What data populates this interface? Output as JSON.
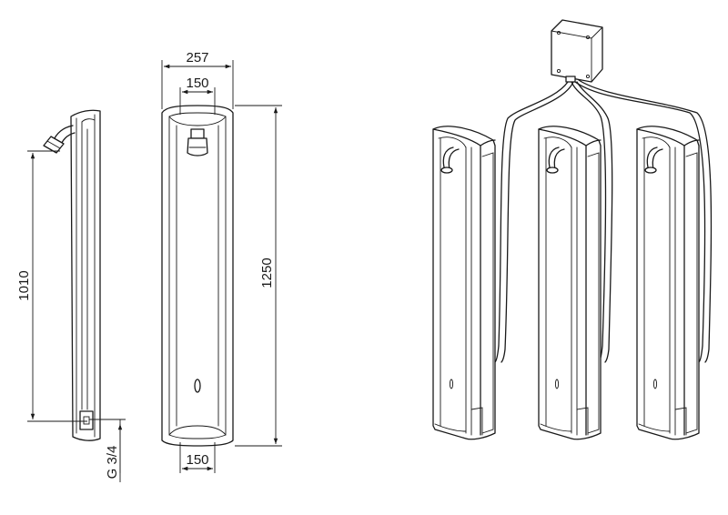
{
  "dimensions": {
    "overall_width": "257",
    "top_inner_width": "150",
    "bottom_inner_width": "150",
    "overall_height": "1250",
    "outlet_height": "1010",
    "connection_thread": "G 3/4"
  },
  "colors": {
    "line": "#1a1a1a",
    "background": "#ffffff"
  },
  "icons": {
    "panel_side": "shower-panel-side-view",
    "panel_front": "shower-panel-front-view",
    "panel_iso": "shower-panel-isometric-view",
    "junction_box": "junction-box-icon"
  }
}
